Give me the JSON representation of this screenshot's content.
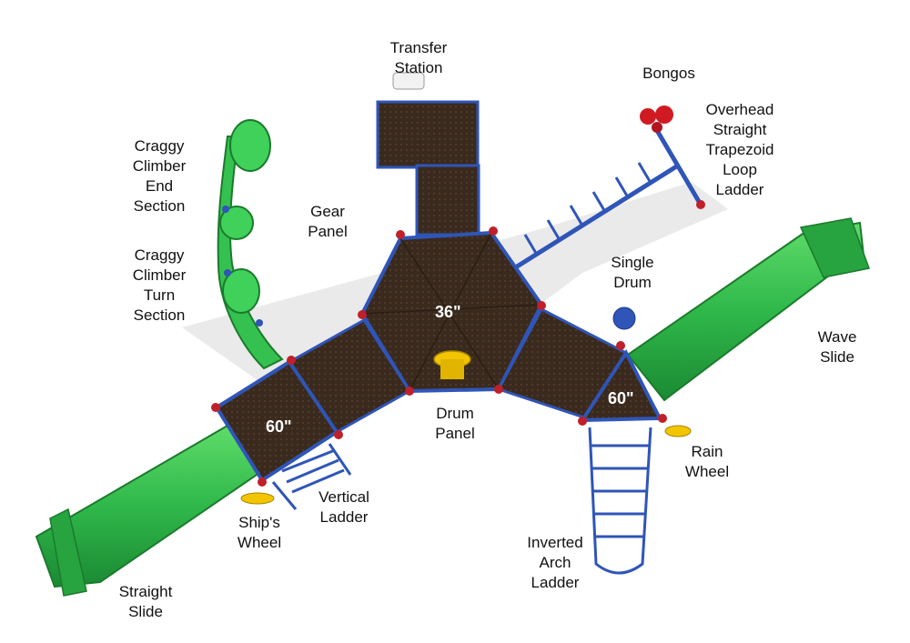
{
  "labels": {
    "transfer_station": "Transfer\nStation",
    "bongos": "Bongos",
    "overhead_ladder": "Overhead\nStraight\nTrapezoid\nLoop\nLadder",
    "craggy_end": "Craggy\nClimber\nEnd\nSection",
    "gear_panel": "Gear\nPanel",
    "craggy_turn": "Craggy\nClimber\nTurn\nSection",
    "single_drum": "Single\nDrum",
    "wave_slide": "Wave\nSlide",
    "drum_panel": "Drum\nPanel",
    "rain_wheel": "Rain\nWheel",
    "vertical_ladder": "Vertical\nLadder",
    "ships_wheel": "Ship's\nWheel",
    "inverted_arch_ladder": "Inverted\nArch\nLadder",
    "straight_slide": "Straight\nSlide"
  },
  "deck_heights": {
    "center": "36\"",
    "left": "60\"",
    "right": "60\""
  },
  "colors": {
    "deck": "#3a2a1e",
    "frame": "#2f55b8",
    "slide": "#2fb84a",
    "clamp": "#c0202a",
    "accent_yellow": "#f2c500"
  }
}
